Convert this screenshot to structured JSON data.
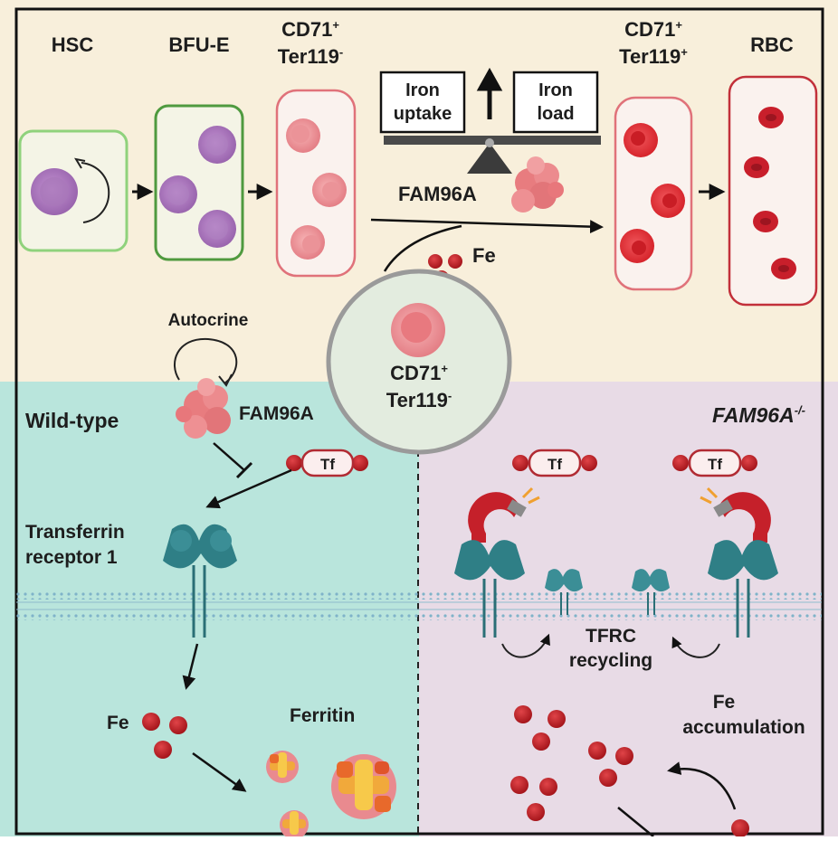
{
  "top": {
    "stages": {
      "hsc": "HSC",
      "bfue": "BFU-E",
      "cd71_neg": {
        "line1": "CD71",
        "line1_sup": "+",
        "line2": "Ter119",
        "line2_sup": "-"
      },
      "cd71_pos": {
        "line1": "CD71",
        "line1_sup": "+",
        "line2": "Ter119",
        "line2_sup": "+"
      },
      "rbc": "RBC"
    },
    "balance": {
      "left": {
        "line1": "Iron",
        "line2": "uptake"
      },
      "right": {
        "line1": "Iron",
        "line2": "load"
      }
    },
    "fam96a_label": "FAM96A",
    "fe_label": "Fe",
    "autocrine_label": "Autocrine",
    "center_cell": {
      "line1": "CD71",
      "line1_sup": "+",
      "line2": "Ter119",
      "line2_sup": "-"
    }
  },
  "wild_type": {
    "title": "Wild-type",
    "fam96a_label": "FAM96A",
    "tf_label": "Tf",
    "receptor": {
      "line1": "Transferrin",
      "line2": "receptor 1"
    },
    "fe_label": "Fe",
    "ferritin_label": "Ferritin"
  },
  "knockout": {
    "title": "FAM96A",
    "title_sup": "-/-",
    "tf_left": "Tf",
    "tf_right": "Tf",
    "recycling": {
      "line1": "TFRC",
      "line2": "recycling"
    },
    "fe_accum": {
      "line1": "Fe",
      "line2": "accumulation"
    }
  },
  "colors": {
    "top_bg": "#f8efdb",
    "wild_type_bg": "#b9e5dc",
    "knockout_bg": "#e8dbe6",
    "hsc_cell": "#a774b8",
    "erythroid_light": "#ec8f94",
    "erythroid_red": "#e02a30",
    "rbc_red": "#c81f2b",
    "iron_dark": "#b8191f",
    "receptor": "#2f7f86",
    "magnet": "#c5202a"
  }
}
